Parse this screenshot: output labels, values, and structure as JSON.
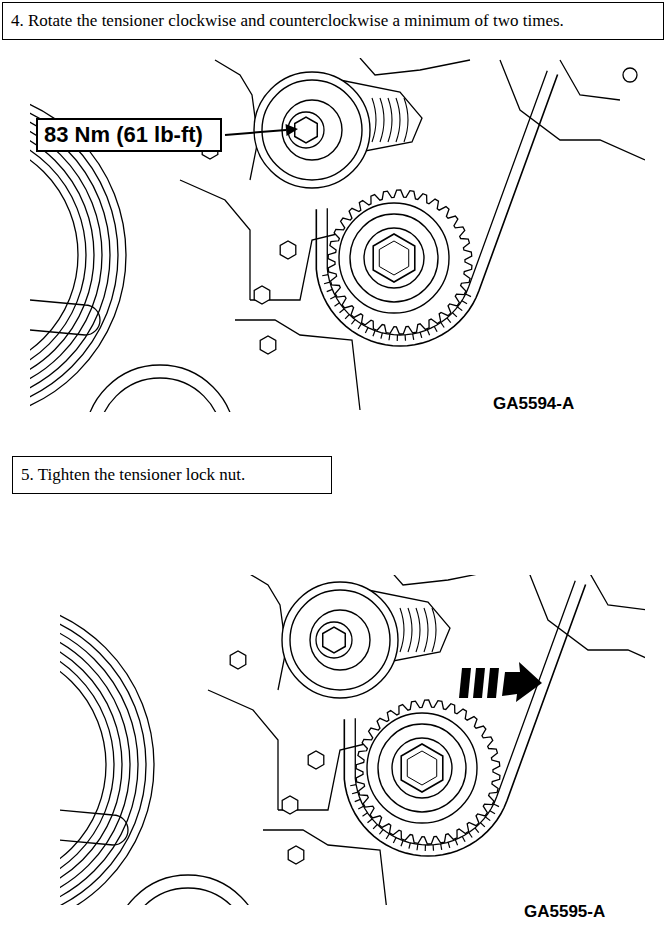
{
  "diagram": {
    "nodes": [
      {
        "text": [
          "4. Rotate the tensioner clockwise and counterclockwise a minimum of two times."
        ]
      },
      {
        "text": [
          "83 Nm (61 lb-ft)"
        ]
      },
      {
        "text": [
          "5. Tighten the tensioner lock nut."
        ]
      }
    ],
    "labels": [
      "GA5594-A",
      "GA5595-A"
    ]
  }
}
